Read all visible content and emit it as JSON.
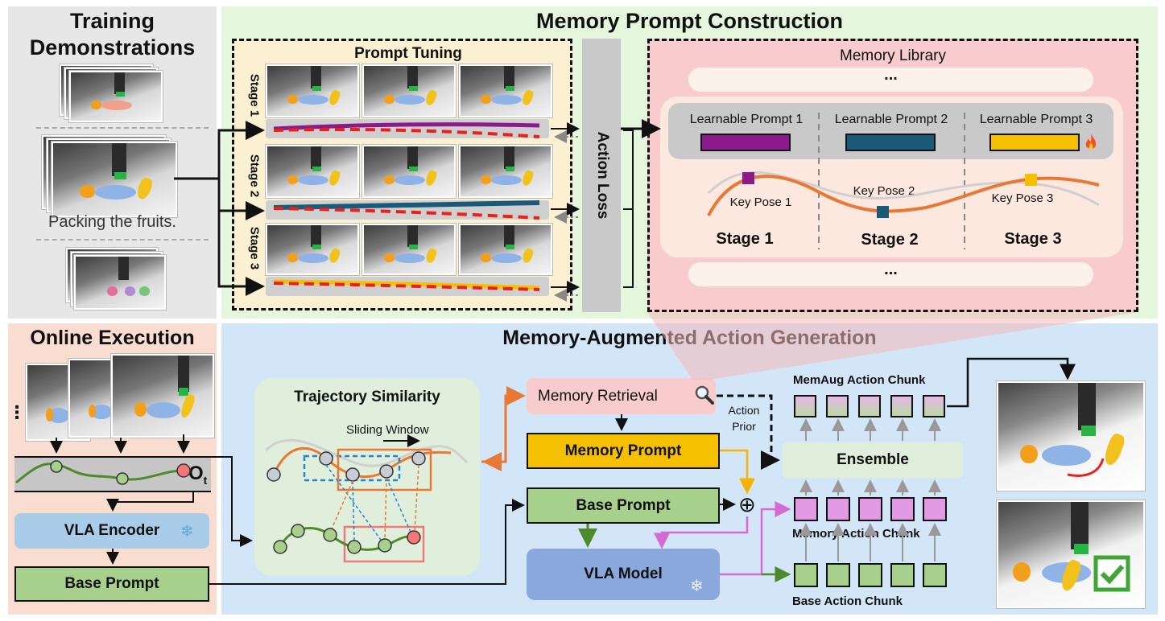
{
  "training": {
    "title_line1": "Training",
    "title_line2": "Demonstrations",
    "caption": "Packing the fruits."
  },
  "memory_prompt_construction": {
    "title": "Memory Prompt Construction",
    "prompt_tuning": "Prompt Tuning",
    "stages": [
      "Stage 1",
      "Stage 2",
      "Stage 3"
    ],
    "action_loss": "Action Loss",
    "library": {
      "title": "Memory Library",
      "ellipsis": "...",
      "prompts": [
        "Learnable Prompt 1",
        "Learnable Prompt 2",
        "Learnable Prompt 3"
      ],
      "key_poses": [
        "Key Pose 1",
        "Key Pose 2",
        "Key Pose 3"
      ],
      "stages": [
        "Stage 1",
        "Stage 2",
        "Stage 3"
      ]
    }
  },
  "online": {
    "title": "Online Execution",
    "ot_label": "O",
    "ot_sub": "t",
    "dots": "⋮",
    "vla_encoder": "VLA Encoder",
    "base_prompt": "Base Prompt"
  },
  "generation": {
    "title": "Memory-Augmented Action Generation",
    "trajectory_similarity": "Trajectory Similarity",
    "sliding_window": "Sliding Window",
    "memory_retrieval": "Memory Retrieval",
    "memory_prompt": "Memory Prompt",
    "base_prompt": "Base Prompt",
    "vla_model": "VLA Model",
    "action_prior_line1": "Action",
    "action_prior_line2": "Prior",
    "ensemble": "Ensemble",
    "memaug_chunk": "MemAug Action Chunk",
    "memory_chunk": "Memory Action Chunk",
    "base_chunk": "Base Action Chunk",
    "oplus": "⊕"
  },
  "colors": {
    "purple": "#8b1a8b",
    "teal": "#1a5a78",
    "yellow": "#f5c000",
    "orange": "#e87833",
    "green": "#4e8a2c",
    "red_dash": "#e8221b"
  }
}
